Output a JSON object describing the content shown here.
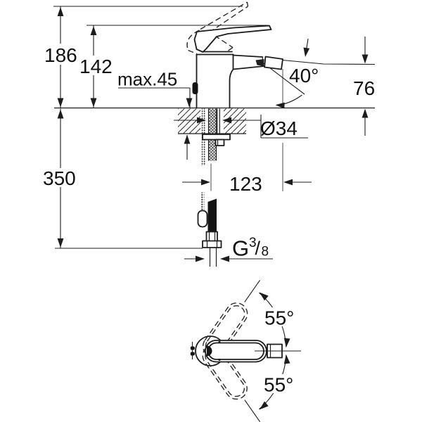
{
  "colors": {
    "background": "#ffffff",
    "line": "#1c1c1c",
    "text": "#111111"
  },
  "drawing_type": "technical-dimension-drawing",
  "side_view": {
    "dimensions": {
      "overall_height": "186",
      "height_to_lever": "142",
      "max_deck_thickness": "max.45",
      "spout_angle": "40°",
      "spout_height": "76",
      "hole_diameter": "Ø34",
      "spout_reach": "123",
      "hose_length": "350",
      "thread": {
        "g": "G",
        "sup": "3",
        "slash": "/",
        "sub": "8"
      }
    }
  },
  "top_view": {
    "angles": {
      "upper": "55°",
      "lower": "55°"
    }
  }
}
